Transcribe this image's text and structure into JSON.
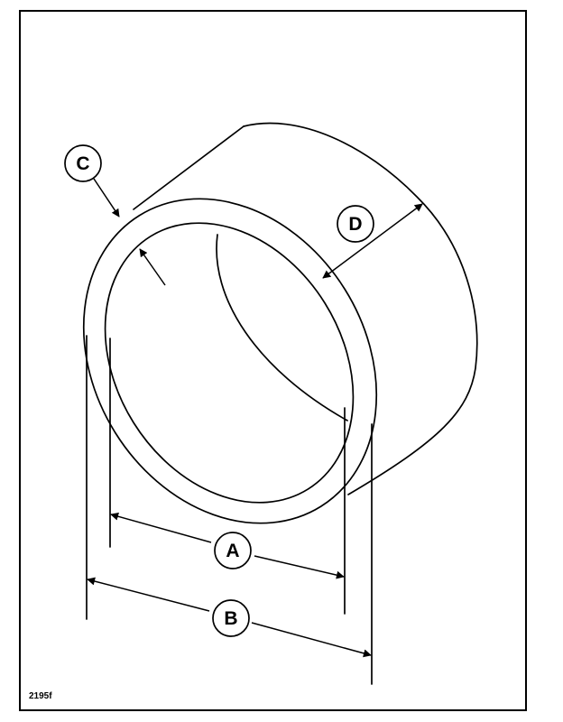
{
  "diagram": {
    "labels": {
      "a": "A",
      "b": "B",
      "c": "C",
      "d": "D"
    },
    "reference": "2195f"
  }
}
